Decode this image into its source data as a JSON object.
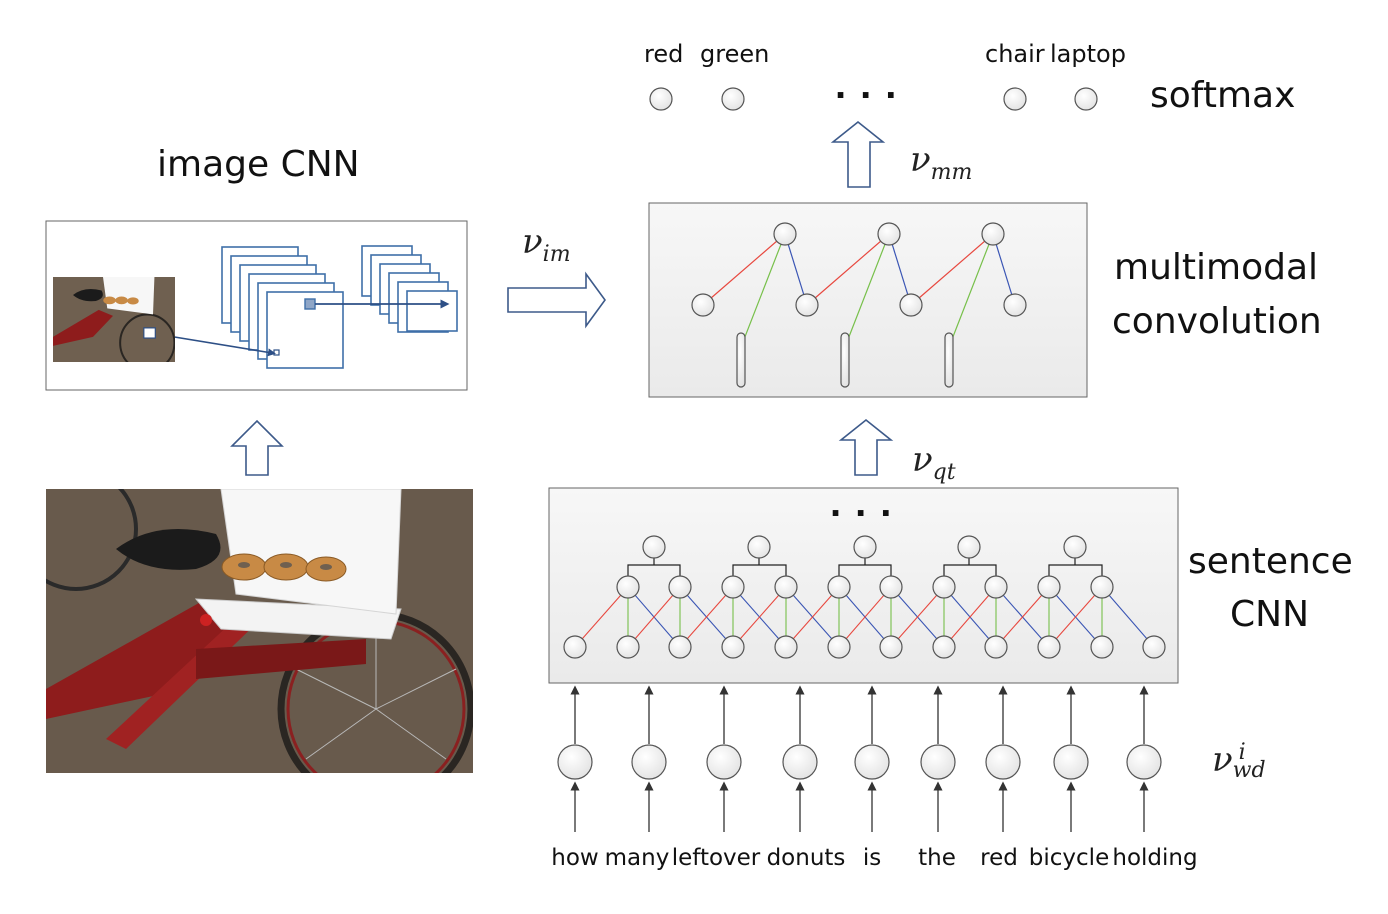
{
  "labels": {
    "image_cnn": "image CNN",
    "softmax": "softmax",
    "multimodal_line1": "multimodal",
    "multimodal_line2": "convolution",
    "sentence_line1": "sentence",
    "sentence_line2": "CNN"
  },
  "softmax_words": [
    "red",
    "green",
    "chair",
    "laptop"
  ],
  "ellipsis": "...",
  "math": {
    "nu": "ν",
    "v_im_sub": "im",
    "v_mm_sub": "mm",
    "v_qt_sub": "qt",
    "v_wd_sub": "wd",
    "v_wd_sup": "i"
  },
  "question_words": [
    "how",
    "many",
    "leftover",
    "donuts",
    "is",
    "the",
    "red",
    "bicycle",
    "holding"
  ],
  "colors": {
    "red_edge": "#e8483f",
    "blue_edge": "#3a55b4",
    "green_edge": "#77c04a",
    "cnn_box": "#3f6fa8",
    "panel_bg": "#eeeeee"
  }
}
